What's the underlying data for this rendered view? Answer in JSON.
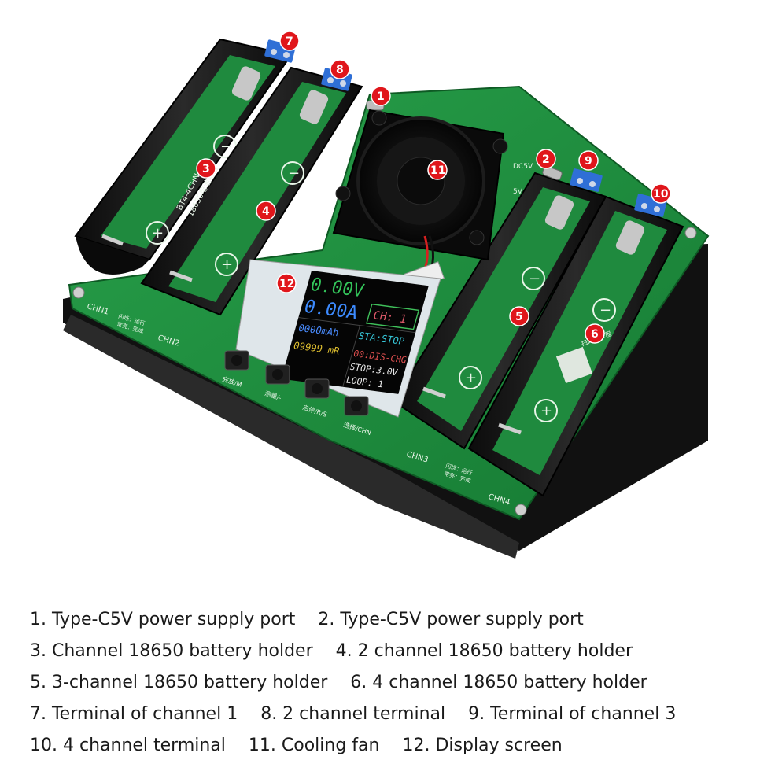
{
  "board": {
    "model_label": "BT4-4CHN",
    "holder_label": "18650电池容量",
    "port_label": "DC5V",
    "voltage_label": "5V",
    "qr_label": "扫码看教程",
    "channels": [
      "CHN1",
      "CHN2",
      "CHN3",
      "CHN4"
    ],
    "status_labels": [
      "闪烁：运行",
      "常亮：完成"
    ],
    "buttons": [
      "充放/M",
      "测量/-",
      "启停/R/S",
      "选择/CHN"
    ],
    "polarity_minus": "−",
    "polarity_plus": "+"
  },
  "screen": {
    "voltage": "0.00V",
    "current": "0.00A",
    "channel": "CH: 1",
    "capacity": "0000mAh",
    "status": "STA:STOP",
    "resistance": "09999 mR",
    "mode": "00:DIS-CHG",
    "stop": "STOP:3.0V",
    "loop": "LOOP: 1"
  },
  "callouts": [
    "1",
    "2",
    "3",
    "4",
    "5",
    "6",
    "7",
    "8",
    "9",
    "10",
    "11",
    "12"
  ],
  "legend": [
    [
      "1. Type-C5V power supply port",
      "2. Type-C5V power supply port"
    ],
    [
      "3. Channel 18650 battery holder",
      "4. 2 channel 18650 battery holder"
    ],
    [
      "5. 3-channel 18650 battery holder",
      "6. 4 channel 18650 battery holder"
    ],
    [
      "7. Terminal of channel 1",
      "8. 2 channel terminal",
      "9. Terminal of channel 3"
    ],
    [
      "10. 4 channel terminal",
      "11. Cooling fan",
      "12. Display screen"
    ]
  ],
  "colors": {
    "pcb": "#1f8a3e",
    "pcb_dark": "#136b2c",
    "holder": "#141414",
    "terminal": "#2f6fd6",
    "callout": "#e0161b",
    "lcd_bg": "#050505"
  }
}
